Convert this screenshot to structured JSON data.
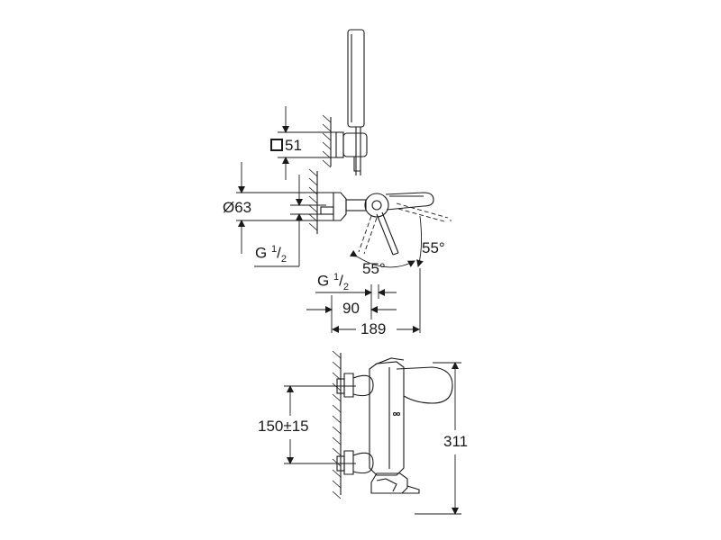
{
  "dimensions": {
    "square_size": "51",
    "diameter": "Ø63",
    "thread_top_main": "G",
    "thread_top_num": "1",
    "thread_top_den": "2",
    "thread_mid_main": "G",
    "thread_mid_num": "1",
    "thread_mid_den": "2",
    "angle_spout": "55°",
    "angle_lever": "55°",
    "depth_small": "90",
    "depth_total": "189",
    "centers": "150±15",
    "height": "311"
  },
  "icons": {
    "square": "square-section-icon"
  }
}
